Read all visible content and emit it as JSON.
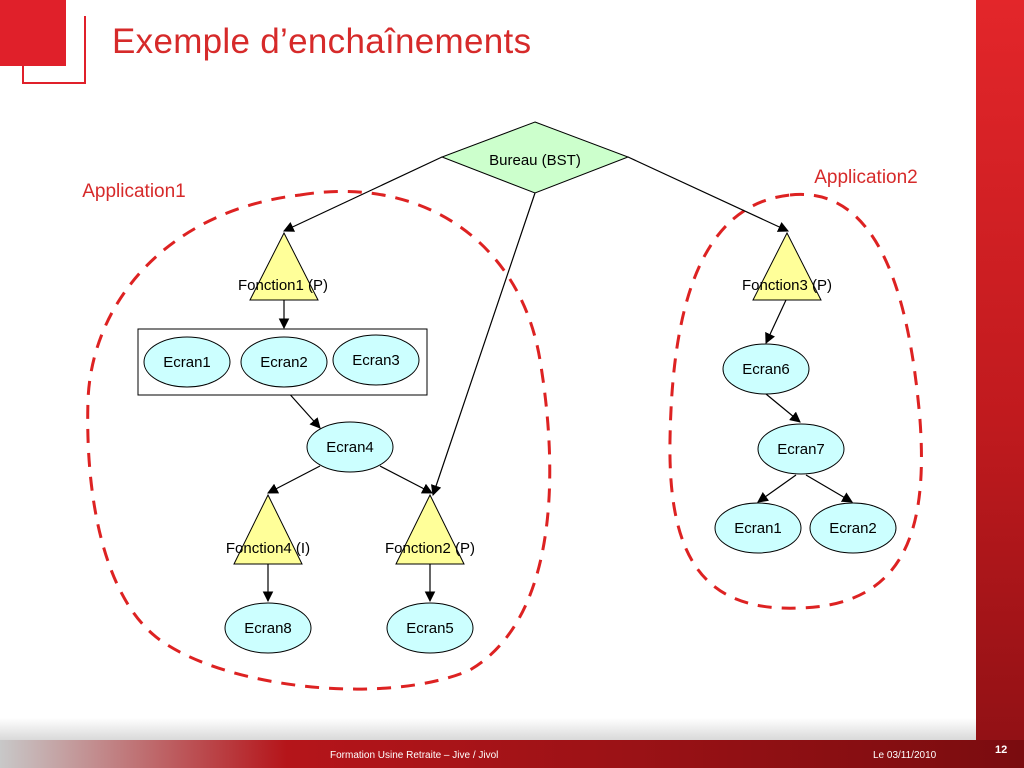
{
  "slide": {
    "title": "Exemple d’enchaînements",
    "footer": "Formation Usine Retraite – Jive / Jivol",
    "date": "Le 03/11/2010",
    "page_number": "12"
  },
  "colors": {
    "accent": "#e0202a",
    "dashed_group": "#dd2222",
    "root_fill": "#ccffcc",
    "function_fill": "#ffff99",
    "screen_fill": "#ccffff"
  },
  "diagram": {
    "root": {
      "label": "Bureau (BST)"
    },
    "groups": [
      {
        "label": "Application1"
      },
      {
        "label": "Application2"
      }
    ],
    "functions": [
      {
        "label": "Fonction1 (P)"
      },
      {
        "label": "Fonction4 (I)"
      },
      {
        "label": "Fonction2 (P)"
      },
      {
        "label": "Fonction3 (P)"
      }
    ],
    "screens": [
      {
        "label": "Ecran1"
      },
      {
        "label": "Ecran2"
      },
      {
        "label": "Ecran3"
      },
      {
        "label": "Ecran4"
      },
      {
        "label": "Ecran8"
      },
      {
        "label": "Ecran5"
      },
      {
        "label": "Ecran6"
      },
      {
        "label": "Ecran7"
      },
      {
        "label": "Ecran1"
      },
      {
        "label": "Ecran2"
      }
    ],
    "edges": [
      {
        "from": "Bureau (BST)",
        "to": "Fonction1 (P)"
      },
      {
        "from": "Bureau (BST)",
        "to": "Fonction2 (P)"
      },
      {
        "from": "Bureau (BST)",
        "to": "Fonction3 (P)"
      },
      {
        "from": "Fonction1 (P)",
        "to": "Ecran1 / Ecran2 / Ecran3"
      },
      {
        "from": "Ecran2",
        "to": "Ecran4"
      },
      {
        "from": "Ecran4",
        "to": "Fonction4 (I)"
      },
      {
        "from": "Ecran4",
        "to": "Fonction2 (P)"
      },
      {
        "from": "Fonction4 (I)",
        "to": "Ecran8"
      },
      {
        "from": "Fonction2 (P)",
        "to": "Ecran5"
      },
      {
        "from": "Fonction3 (P)",
        "to": "Ecran6"
      },
      {
        "from": "Ecran6",
        "to": "Ecran7"
      },
      {
        "from": "Ecran7",
        "to": "Ecran1"
      },
      {
        "from": "Ecran7",
        "to": "Ecran2"
      }
    ]
  }
}
